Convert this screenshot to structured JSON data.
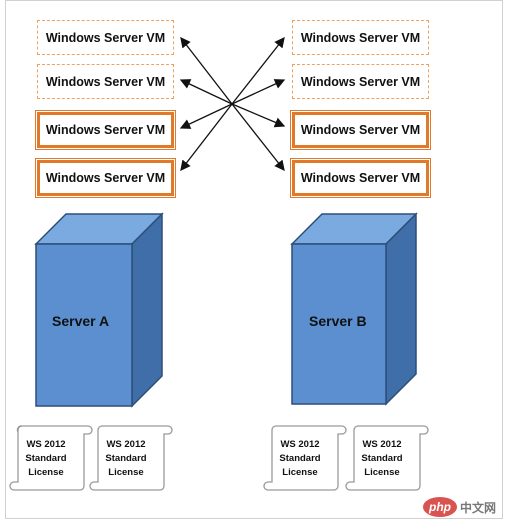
{
  "vms": {
    "left": [
      "Windows Server VM",
      "Windows Server VM",
      "Windows Server VM",
      "Windows Server VM"
    ],
    "right": [
      "Windows Server VM",
      "Windows Server VM",
      "Windows Server VM",
      "Windows Server VM"
    ]
  },
  "servers": {
    "a": "Server A",
    "b": "Server B"
  },
  "licenses": {
    "line1": "WS 2012",
    "line2": "Standard",
    "line3": "License"
  },
  "watermark": {
    "badge": "php",
    "site": "中文网"
  },
  "colors": {
    "server_front": "#5b8fd0",
    "server_top": "#7aaae0",
    "server_side": "#3f6ea8",
    "vm_border": "#e07a2a",
    "vm_border_dashed": "#f0a060"
  }
}
